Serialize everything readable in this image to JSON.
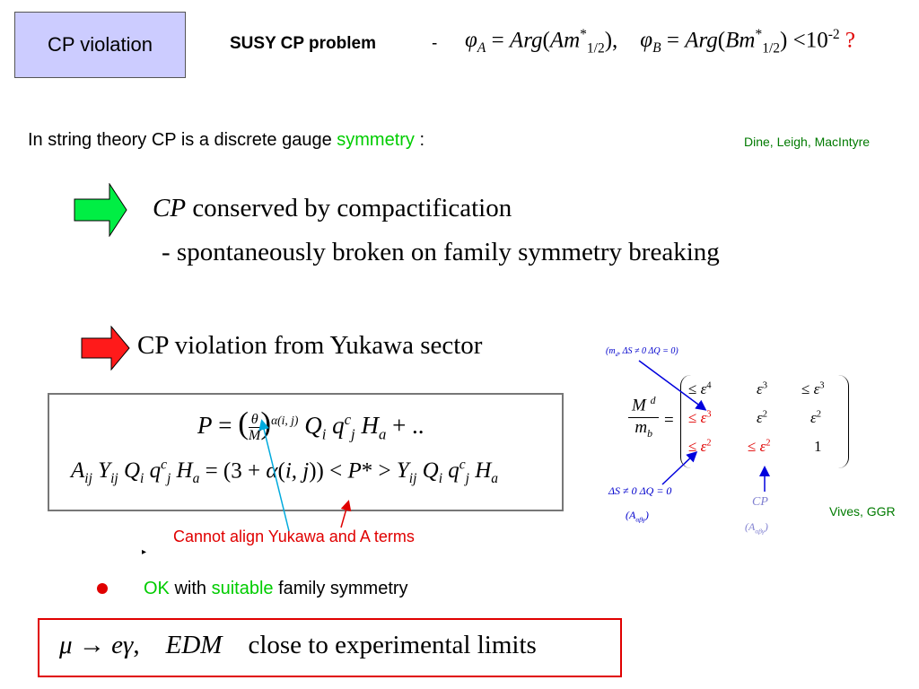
{
  "title_box": "CP violation",
  "susy_header": {
    "label": "SUSY CP problem",
    "dash": "-",
    "bound": "10",
    "bound_exp": "-2",
    "question": "?"
  },
  "string_line": {
    "text": "In string theory CP is a discrete gauge ",
    "highlight": "symmetry",
    "suffix": " :",
    "citation": "Dine, Leigh, MacIntyre"
  },
  "points": {
    "conserved_cp": "CP",
    "conserved_rest": " conserved by compactification",
    "broken": "- spontaneously broken on family symmetry breaking",
    "yukawa": "CP violation from Yukawa sector"
  },
  "annotation": "Cannot align Yukawa and A terms",
  "ok_line": {
    "ok": "OK",
    "with": " with ",
    "suitable": "suitable",
    "rest": " family symmetry"
  },
  "conclusion": {
    "edm": "EDM",
    "rest": "close to experimental limits"
  },
  "matrix": {
    "label_top": "(m_d, ΔS ≠ 0 ΔQ = 0)",
    "label_delta": "ΔS ≠ 0 ΔQ = 0",
    "cp": "CP",
    "citation": "Vives, GGR"
  },
  "colors": {
    "title_bg": "#ccccff",
    "green_accent": "#00cc00",
    "red_accent": "#e00000",
    "blue_annotation": "#0000cc",
    "citation_green": "#007a00"
  },
  "icons": [
    "green-arrow-icon",
    "red-arrow-icon",
    "bullet-icon"
  ]
}
